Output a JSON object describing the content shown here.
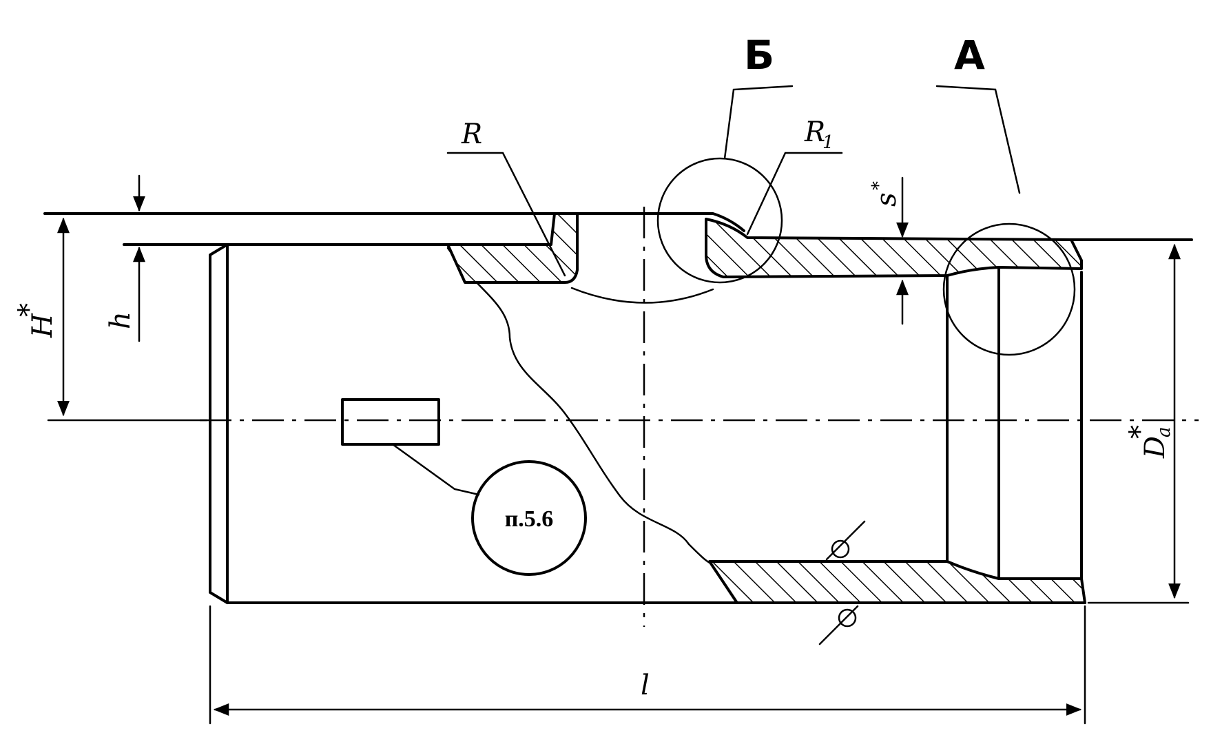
{
  "labels": {
    "view_b": "Б",
    "view_a": "А",
    "radius_r": "R",
    "radius_r1_base": "R",
    "radius_r1_sub": "1",
    "wall_s": "s",
    "wall_s_star": "*",
    "height_h_big": "H",
    "height_h_big_star": "*",
    "height_h": "h",
    "diameter_d": "D",
    "diameter_d_sub": "a",
    "diameter_d_star": "*",
    "length_l": "l",
    "note_ref": "п.5.6"
  }
}
